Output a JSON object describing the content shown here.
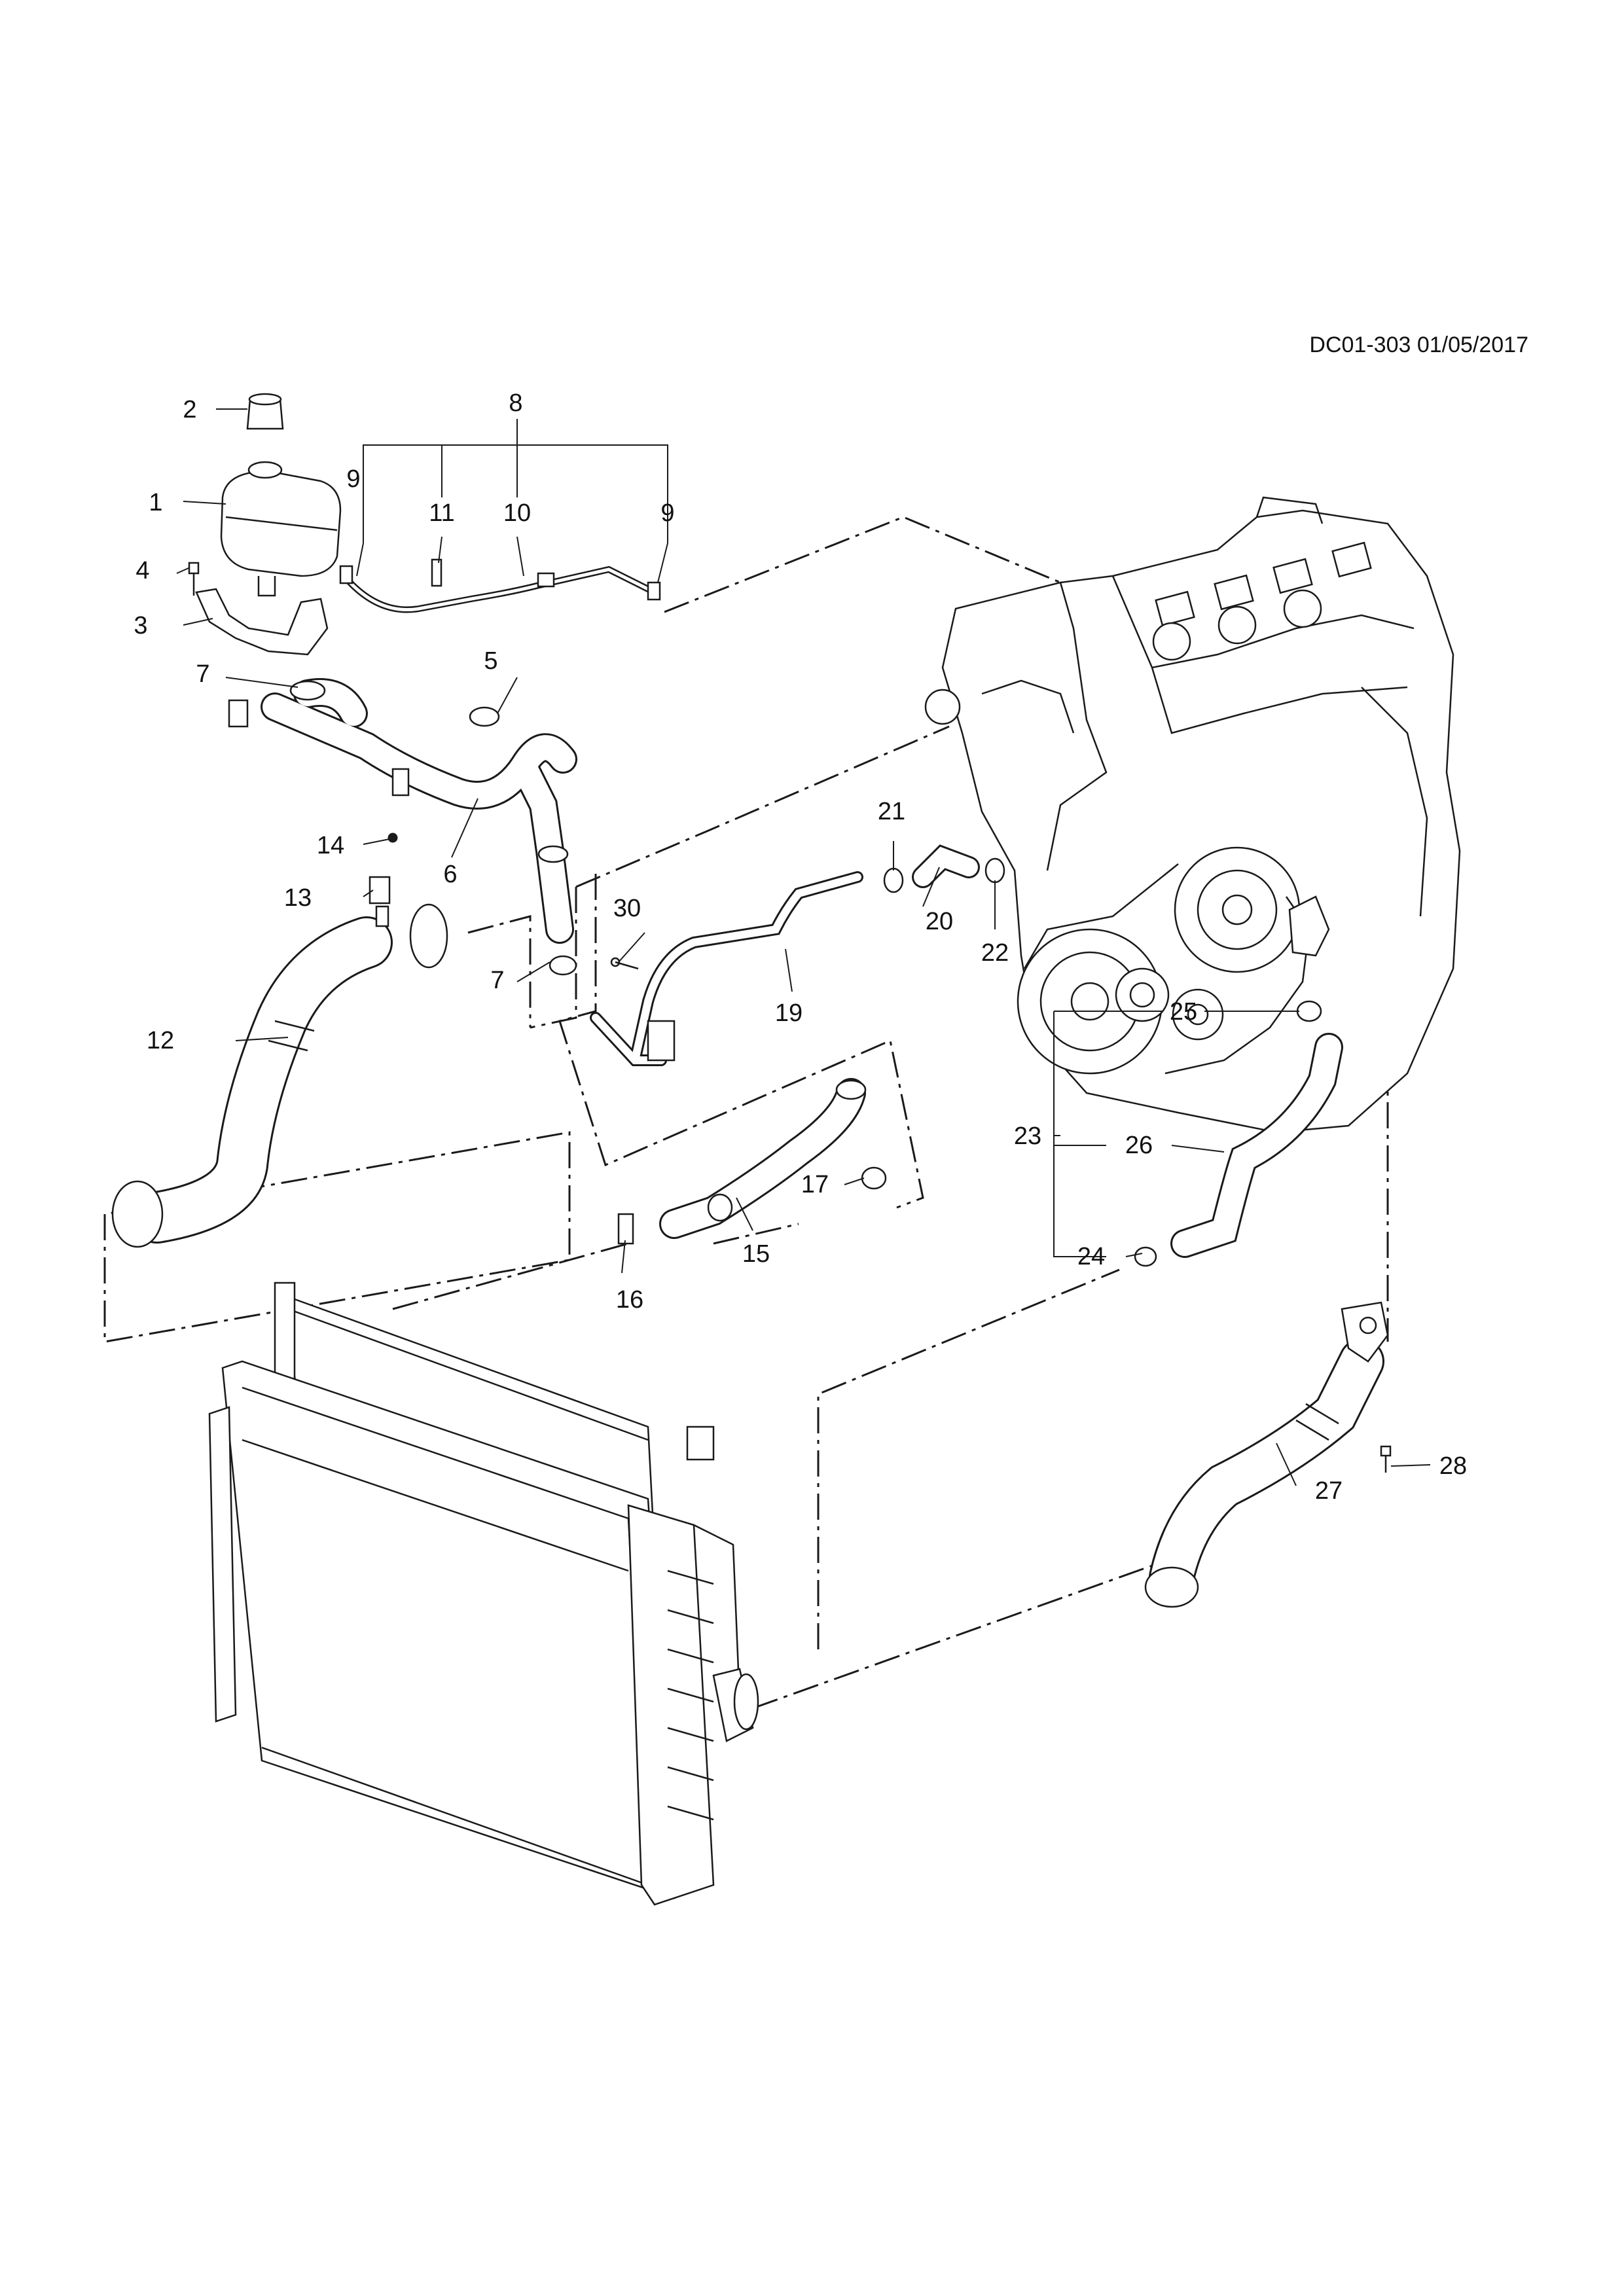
{
  "header": {
    "drawing_code": "DC01-303 01/05/2017"
  },
  "colors": {
    "line": "#1a1a1a",
    "fill": "#ffffff",
    "background": "#ffffff"
  },
  "callouts": [
    {
      "id": "c1",
      "label": "1"
    },
    {
      "id": "c2",
      "label": "2"
    },
    {
      "id": "c3",
      "label": "3"
    },
    {
      "id": "c4",
      "label": "4"
    },
    {
      "id": "c5",
      "label": "5"
    },
    {
      "id": "c6",
      "label": "6"
    },
    {
      "id": "c7a",
      "label": "7"
    },
    {
      "id": "c7b",
      "label": "7"
    },
    {
      "id": "c8",
      "label": "8"
    },
    {
      "id": "c9a",
      "label": "9"
    },
    {
      "id": "c9b",
      "label": "9"
    },
    {
      "id": "c10",
      "label": "10"
    },
    {
      "id": "c11",
      "label": "11"
    },
    {
      "id": "c12",
      "label": "12"
    },
    {
      "id": "c13",
      "label": "13"
    },
    {
      "id": "c14",
      "label": "14"
    },
    {
      "id": "c15",
      "label": "15"
    },
    {
      "id": "c16",
      "label": "16"
    },
    {
      "id": "c17",
      "label": "17"
    },
    {
      "id": "c19",
      "label": "19"
    },
    {
      "id": "c20",
      "label": "20"
    },
    {
      "id": "c21",
      "label": "21"
    },
    {
      "id": "c22",
      "label": "22"
    },
    {
      "id": "c23",
      "label": "23"
    },
    {
      "id": "c24",
      "label": "24"
    },
    {
      "id": "c25",
      "label": "25"
    },
    {
      "id": "c26",
      "label": "26"
    },
    {
      "id": "c27",
      "label": "27"
    },
    {
      "id": "c28",
      "label": "28"
    },
    {
      "id": "c30",
      "label": "30"
    }
  ]
}
